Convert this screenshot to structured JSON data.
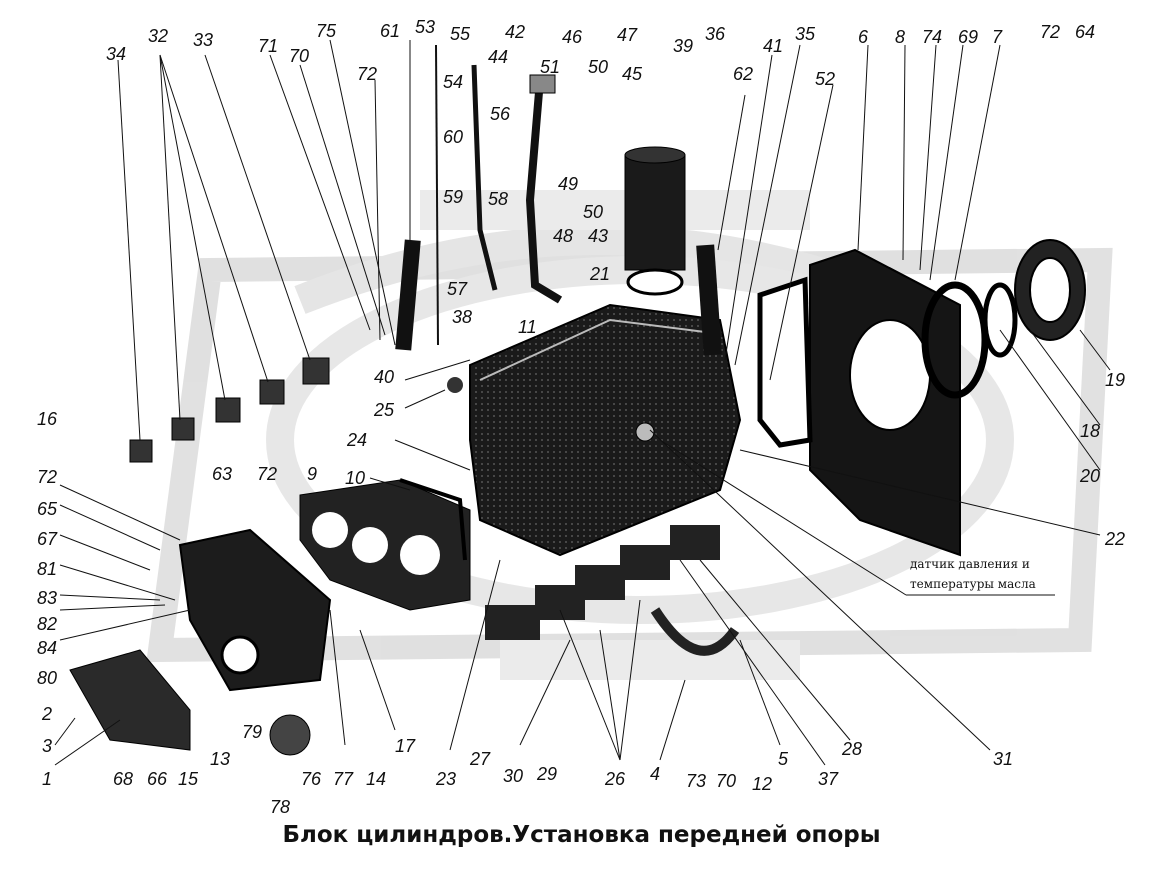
{
  "caption": "Блок цилиндров.Установка передней опоры",
  "note_lines": [
    "датчик давления и",
    "температуры масла"
  ],
  "part_labels": [
    "34",
    "32",
    "33",
    "71",
    "70",
    "75",
    "72",
    "61",
    "53",
    "54",
    "55",
    "60",
    "59",
    "42",
    "44",
    "51",
    "46",
    "50",
    "47",
    "45",
    "49",
    "58",
    "56",
    "39",
    "36",
    "41",
    "35",
    "62",
    "52",
    "6",
    "8",
    "74",
    "69",
    "7",
    "72",
    "64",
    "50",
    "48",
    "43",
    "21",
    "57",
    "38",
    "11",
    "40",
    "25",
    "24",
    "16",
    "72",
    "65",
    "67",
    "81",
    "83",
    "82",
    "84",
    "80",
    "63",
    "72",
    "9",
    "10",
    "19",
    "18",
    "20",
    "22",
    "31",
    "28",
    "37",
    "5",
    "12",
    "70",
    "73",
    "4",
    "26",
    "29",
    "30",
    "27",
    "23",
    "17",
    "14",
    "77",
    "76",
    "78",
    "79",
    "13",
    "15",
    "66",
    "68",
    "1",
    "3",
    "2"
  ]
}
